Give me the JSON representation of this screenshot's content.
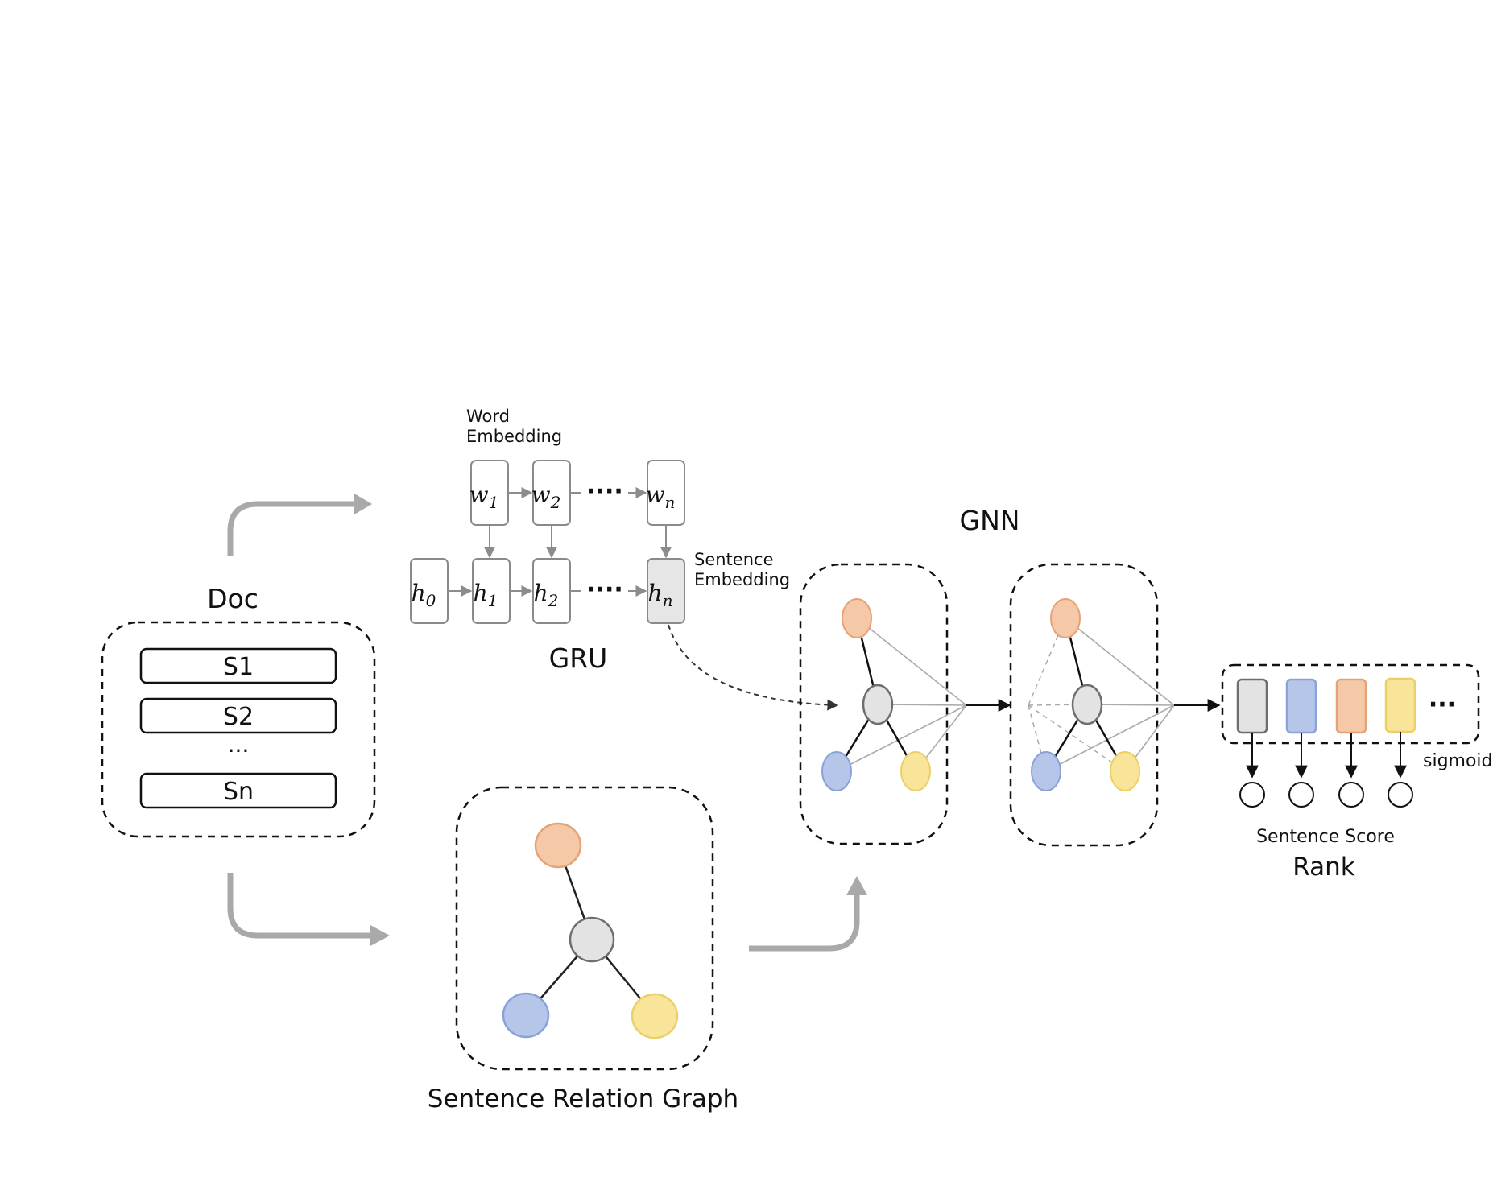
{
  "doc": {
    "title": "Doc",
    "sentences": [
      "S1",
      "S2",
      "Sn"
    ],
    "ellipsis": "···"
  },
  "gru": {
    "word_embedding_line1": "Word",
    "word_embedding_line2": "Embedding",
    "sentence_embedding_line1": "Sentence",
    "sentence_embedding_line2": "Embedding",
    "title": "GRU",
    "words": [
      {
        "base": "w",
        "sub": "1"
      },
      {
        "base": "w",
        "sub": "2"
      },
      {
        "base": "w",
        "sub": "n"
      }
    ],
    "hidden": [
      {
        "base": "h",
        "sub": "0"
      },
      {
        "base": "h",
        "sub": "1"
      },
      {
        "base": "h",
        "sub": "2"
      },
      {
        "base": "h",
        "sub": "n"
      }
    ],
    "dots": "····"
  },
  "graph": {
    "title": "Sentence Relation Graph"
  },
  "gnn": {
    "title": "GNN"
  },
  "rank": {
    "ellipsis": "···",
    "sigmoid": "sigmoid",
    "score_label": "Sentence Score",
    "title": "Rank"
  },
  "colors": {
    "orange_fill": "#f5c9a8",
    "orange_stroke": "#e6a277",
    "blue_fill": "#b6c6e8",
    "blue_stroke": "#8aa2d6",
    "yellow_fill": "#f8e59a",
    "yellow_stroke": "#ebd06a",
    "gray_fill": "#e3e3e3",
    "gray_stroke": "#6e6e6e",
    "arrow_gray": "#a9a9a9"
  }
}
